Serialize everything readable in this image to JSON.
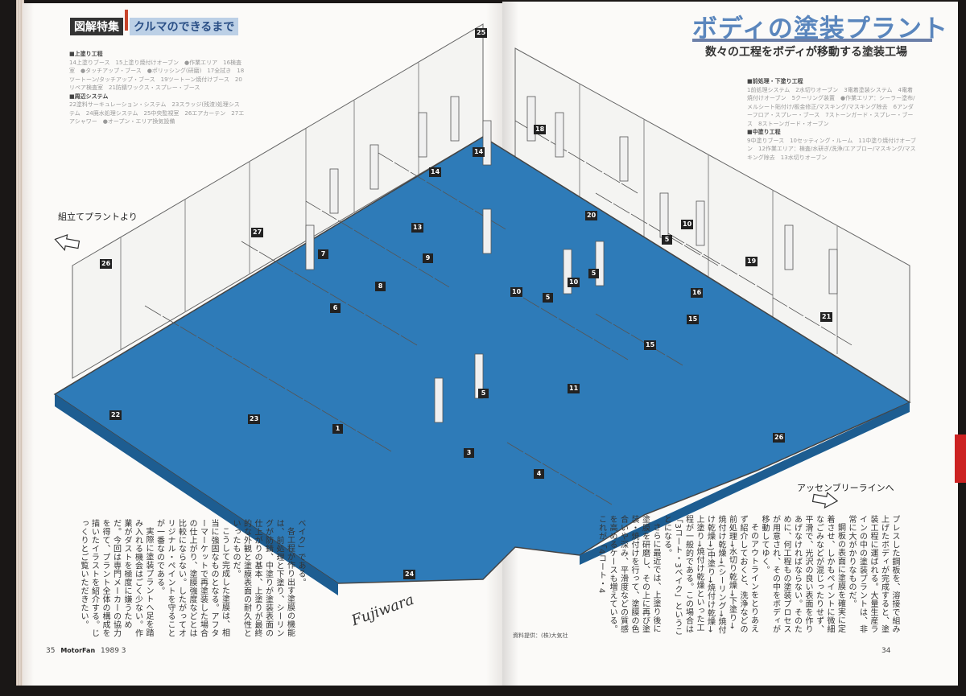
{
  "left_page": {
    "feature_tag": "図解特集",
    "feature_subtitle": "クルマのできるまで",
    "legend": [
      {
        "heading": "■上塗り工程",
        "text": "14上塗りブース　15上塗り焼付けオーブン　●作業エリア　16検査室　●タッチアップ・ブース　●ポリッシング(研磨)　17全拭き　18ツートーン/タッチアップ・ブース　19ツートーン焼付けブース　20リペア検査室　21防錆ワックス・スプレー・ブース"
      },
      {
        "heading": "■周辺システム",
        "text": "22塗料サーキュレーション・システム　23スラッジ(残渣)処理システム　24廃水処理システム　25中央監視室　26エアカーテン　27エアシャワー　●オープン・エリア換気設備"
      }
    ],
    "side_label": "組立てプラントより",
    "body": [
      "ベイク」である。",
      "各工程が作り出す塗膜の機能は、前処理と下塗り、シーリングが防錆、中塗りが塗装表面の仕上がりの基本、上塗りが最終的な外観と塗膜表面の耐久性といったものだ。",
      "こうして完成した塗膜は、相当に強固なものとなる。アフターマーケットで再塗装した場合の仕上がり、塗膜強度などとは比較にならない。したがってオリジナル・ペイントを守ることが一番なのである。",
      "実際に塗装プラントへ足を踏み入れる機会はごく少ない。作業がダストを極度に嫌うためだ。今回は専門メーカーの協力を得て、プラント全体の構成を描いたイラストを紹介する。じっくりとご覧いただきたい。"
    ],
    "signature": "Fujiwara",
    "folio_number": "35",
    "folio_magazine": "MotorFan",
    "folio_issue": "1989 3"
  },
  "right_page": {
    "title": "ボディの塗装プラント",
    "subtitle": "数々の工程をボディが移動する塗装工場",
    "legend": [
      {
        "heading": "■前処理・下塗り工程",
        "text": "1前処理システム　2水切りオーブン　3電着塗装システム　4電着焼付けオーブン　5クーリング装置　●作業エリア：シーラー塗布/メルシート貼付け/板金修正/マスキング/マスキング除去　6アンダーフロア・スプレー・ブース　7ストーンガード・スプレー・ブース　8ストーンガード・オーブン"
      },
      {
        "heading": "■中塗り工程",
        "text": "9中塗りブース　10セッティング・ルーム　11中塗り焼付けオーブン　12作業エリア：検査/水研ぎ/洗浄/エアブロー/マスキング/マスキング除去　13水切りオーブン"
      }
    ],
    "side_label": "アッセンブリーラインへ",
    "body": [
      "プレスした鋼板を、溶接で組み上げたボディが完成すると、塗装工程に運ばれる。大量生産ラインの中の塗装プラントは、非常に大がかりなものだ。",
      "鋼板の表面に塗膜を確実に定着させ、しかもペイントに微細なごみなどが混じったりせず、平滑で、光沢の良い表面を作りあげなければならない。そのために、何工程もの塗装プロセスが用意され、その中をボディが移動してゆく。",
      "そのアウトラインをとりあえず紹介しておくと、洗浄などの前処理→水切り乾燥→下塗り→焼付け乾燥→(シーリング→焼付け乾燥→)中塗り→焼付け乾燥→上塗り→焼付け乾燥といった工程が一般的である。この場合は「3コート・3ベイク」ということになる。",
      "さらに最近では、上塗り後に塗膜を研磨し、その上に再び塗装・焼付けを行って、塗膜の色合いや深み、平滑度などの質感を高めるケースも増えている。これが「4コート・4"
    ],
    "credit": "資料提供：(株)大気社",
    "folio_number": "34"
  },
  "illustration": {
    "floor_color": "#2e7bb8",
    "callouts": [
      "25",
      "14",
      "14",
      "18",
      "13",
      "27",
      "26",
      "7",
      "9",
      "8",
      "6",
      "20",
      "10",
      "5",
      "19",
      "10",
      "10",
      "5",
      "5",
      "16",
      "15",
      "21",
      "15",
      "11",
      "5",
      "22",
      "23",
      "1",
      "3",
      "4",
      "26",
      "24"
    ]
  }
}
